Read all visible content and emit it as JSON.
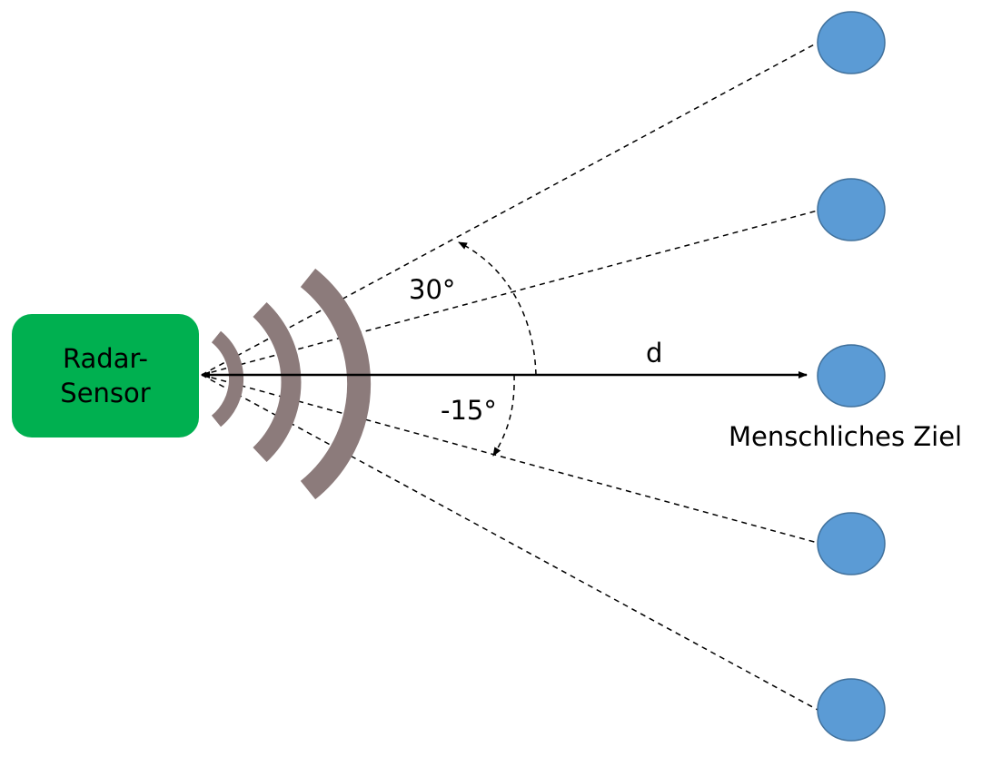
{
  "sensor": {
    "line1": "Radar-",
    "line2": "Sensor"
  },
  "angles": {
    "upper": "30°",
    "lower": "-15°"
  },
  "distance_label": "d",
  "target_label": "Menschliches Ziel",
  "target_count": 5,
  "colors": {
    "sensor": "#00b050",
    "target_fill": "#5b9bd5",
    "target_stroke": "#41719c",
    "wave": "#8c7b7b",
    "line": "#000000"
  },
  "icons": {
    "sensor": "radar-sensor-box",
    "waves": "radio-wave-arcs",
    "target": "human-target-circle"
  }
}
